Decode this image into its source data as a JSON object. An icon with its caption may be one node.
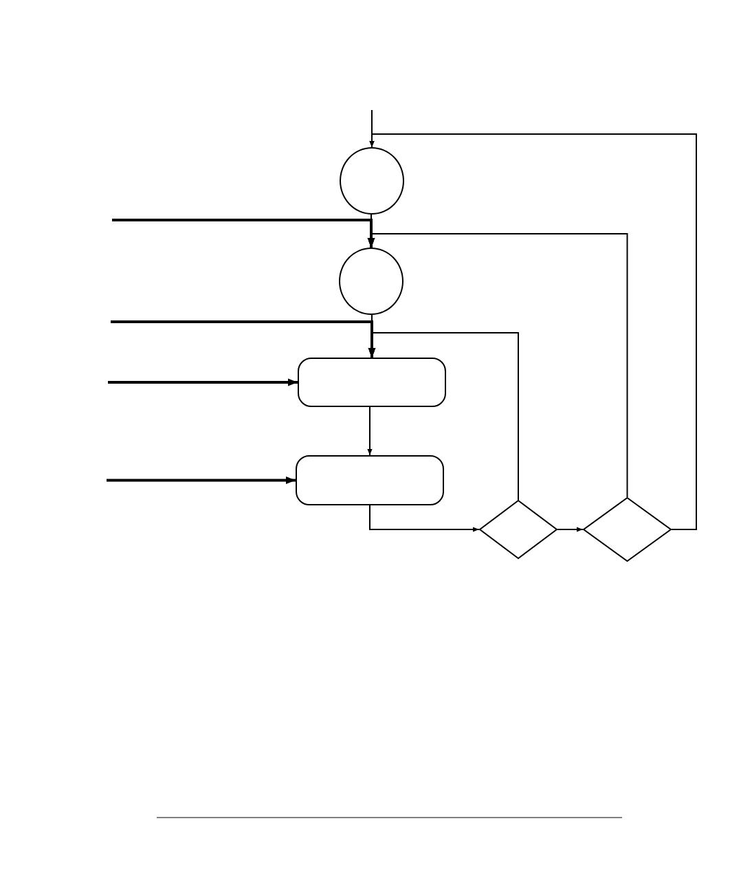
{
  "diagram": {
    "nodes": [
      {
        "text": [],
        "shape": "circle"
      },
      {
        "text": [],
        "shape": "circle"
      },
      {
        "text": [],
        "shape": "box"
      },
      {
        "text": [],
        "shape": "box"
      },
      {
        "text": [],
        "shape": "diamond"
      },
      {
        "text": [],
        "shape": "diamond"
      }
    ],
    "edges": [
      {
        "from": null,
        "to": 0,
        "arrow": "to"
      },
      {
        "from": 0,
        "to": 1,
        "arrow": "to"
      },
      {
        "from": 1,
        "to": 2,
        "arrow": "to"
      },
      {
        "from": 2,
        "to": 3,
        "arrow": "to"
      },
      {
        "from": 3,
        "to": 4,
        "arrow": "to"
      },
      {
        "from": 4,
        "to": 5,
        "arrow": "to"
      },
      {
        "from": 5,
        "to": 0,
        "arrow": "to"
      },
      {
        "from": 5,
        "to": 1,
        "arrow": "to"
      },
      {
        "from": 4,
        "to": 2,
        "arrow": "to"
      },
      {
        "from": null,
        "to": 1,
        "arrow": "to",
        "style": "thick"
      },
      {
        "from": null,
        "to": 2,
        "arrow": "to",
        "style": "thick"
      },
      {
        "from": null,
        "to": 2,
        "arrow": "to",
        "style": "thick"
      },
      {
        "from": null,
        "to": 3,
        "arrow": "to",
        "style": "thick"
      }
    ]
  }
}
